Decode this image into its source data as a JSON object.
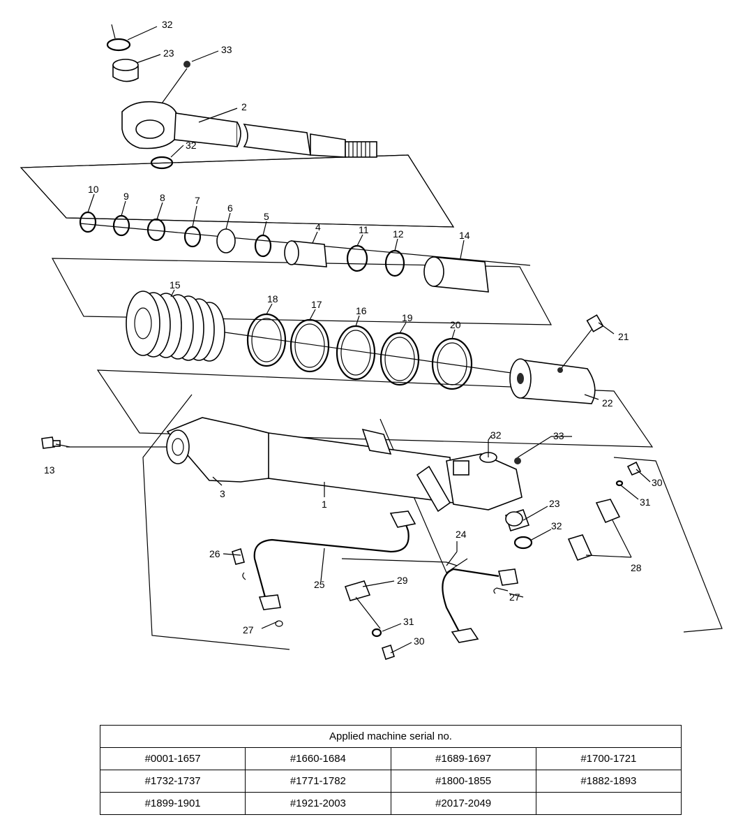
{
  "callouts": [
    {
      "id": "c32a",
      "text": "32"
    },
    {
      "id": "c23a",
      "text": "23"
    },
    {
      "id": "c33a",
      "text": "33"
    },
    {
      "id": "c2",
      "text": "2"
    },
    {
      "id": "c32b",
      "text": "32"
    },
    {
      "id": "c10",
      "text": "10"
    },
    {
      "id": "c9",
      "text": "9"
    },
    {
      "id": "c8",
      "text": "8"
    },
    {
      "id": "c7",
      "text": "7"
    },
    {
      "id": "c6",
      "text": "6"
    },
    {
      "id": "c5",
      "text": "5"
    },
    {
      "id": "c4",
      "text": "4"
    },
    {
      "id": "c11",
      "text": "11"
    },
    {
      "id": "c12",
      "text": "12"
    },
    {
      "id": "c14",
      "text": "14"
    },
    {
      "id": "c15",
      "text": "15"
    },
    {
      "id": "c18",
      "text": "18"
    },
    {
      "id": "c17",
      "text": "17"
    },
    {
      "id": "c16",
      "text": "16"
    },
    {
      "id": "c19",
      "text": "19"
    },
    {
      "id": "c20",
      "text": "20"
    },
    {
      "id": "c21",
      "text": "21"
    },
    {
      "id": "c22",
      "text": "22"
    },
    {
      "id": "c13",
      "text": "13"
    },
    {
      "id": "c3",
      "text": "3"
    },
    {
      "id": "c1",
      "text": "1"
    },
    {
      "id": "c32c",
      "text": "32"
    },
    {
      "id": "c33b",
      "text": "33"
    },
    {
      "id": "c30a",
      "text": "30"
    },
    {
      "id": "c31a",
      "text": "31"
    },
    {
      "id": "c23b",
      "text": "23"
    },
    {
      "id": "c32d",
      "text": "32"
    },
    {
      "id": "c24",
      "text": "24"
    },
    {
      "id": "c28",
      "text": "28"
    },
    {
      "id": "c26",
      "text": "26"
    },
    {
      "id": "c25",
      "text": "25"
    },
    {
      "id": "c29",
      "text": "29"
    },
    {
      "id": "c27a",
      "text": "27"
    },
    {
      "id": "c27b",
      "text": "27"
    },
    {
      "id": "c31b",
      "text": "31"
    },
    {
      "id": "c30b",
      "text": "30"
    }
  ],
  "serial_table": {
    "header": "Applied machine serial no.",
    "rows": [
      [
        "#0001-1657",
        "#1660-1684",
        "#1689-1697",
        "#1700-1721"
      ],
      [
        "#1732-1737",
        "#1771-1782",
        "#1800-1855",
        "#1882-1893"
      ],
      [
        "#1899-1901",
        "#1921-2003",
        "#2017-2049",
        ""
      ]
    ]
  }
}
